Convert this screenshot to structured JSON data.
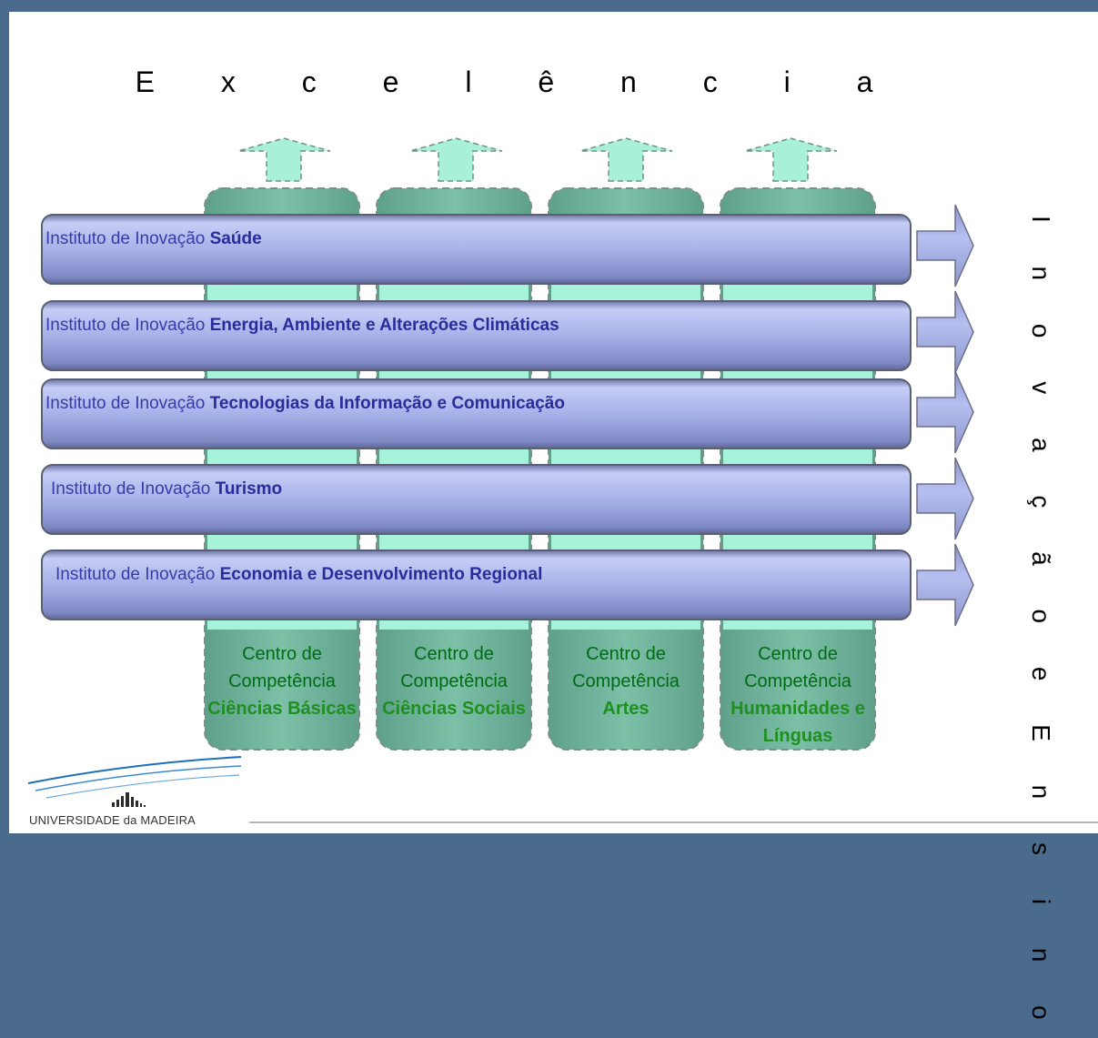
{
  "top_label": "E x c e l ê n c i a",
  "side_label": "I n o v a ç ã o e E n s i n o",
  "centros": [
    {
      "line1": "Centro de",
      "line2": "Competência",
      "name": "Ciências Básicas"
    },
    {
      "line1": "Centro de",
      "line2": "Competência",
      "name": "Ciências Sociais"
    },
    {
      "line1": "Centro de",
      "line2": "Competência",
      "name": "Artes"
    },
    {
      "line1": "Centro de",
      "line2": "Competência",
      "name": "Humanidades e Línguas"
    }
  ],
  "institutos": [
    {
      "prefix": "Instituto de Inovação",
      "name": "Saúde"
    },
    {
      "prefix": "Instituto de Inovação",
      "name": "Energia, Ambiente e Alterações Climáticas"
    },
    {
      "prefix": "Instituto de Inovação",
      "name": "Tecnologias da Informação e Comunicação"
    },
    {
      "prefix": "Instituto de Inovação",
      "name": "Turismo"
    },
    {
      "prefix": "Instituto de Inovação",
      "name": "Economia e Desenvolvimento Regional"
    }
  ],
  "logo": {
    "text": "UNIVERSIDADE da MADEIRA"
  },
  "colors": {
    "background": "#4b6b8d",
    "column_fill": "#6fb09a",
    "arrow_fill": "#a8f0d8",
    "bar_fill": "#a5b0e6",
    "label_green": "#1f8f1f",
    "label_blue": "#2b2b9b"
  }
}
